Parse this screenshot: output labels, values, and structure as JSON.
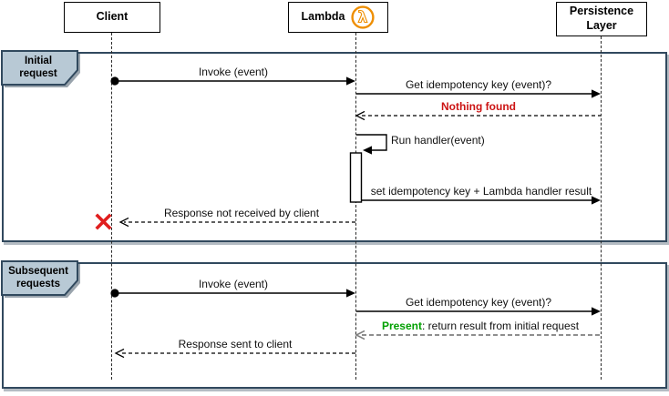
{
  "diagram_type": "uml-sequence",
  "participants": [
    {
      "name": "Client"
    },
    {
      "name": "Lambda"
    },
    {
      "name": "Persistence Layer"
    }
  ],
  "icons": {
    "lambda_icon": "aws-lambda-icon",
    "lambda_glyph": "λ",
    "lost_message_icon": "red-x"
  },
  "frames": [
    {
      "label_line1": "Initial",
      "label_line2": "request"
    },
    {
      "label_line1": "Subsequent",
      "label_line2": "requests"
    }
  ],
  "messages": {
    "invoke1": "Invoke (event)",
    "get_key1": "Get idempotency key (event)?",
    "nothing_found": "Nothing found",
    "run_handler": "Run handler(event)",
    "set_key": "set idempotency key + Lambda handler result",
    "response_not_received": "Response not received by client",
    "invoke2": "Invoke (event)",
    "get_key2": "Get idempotency key (event)?",
    "present_label": "Present",
    "present_rest": ": return result from initial request",
    "response_sent": "Response sent to client"
  },
  "colors": {
    "frame_border": "#31495e",
    "frame_tab_fill": "#b8c9d5",
    "error_red": "#cc1414",
    "x_red": "#e01e1e",
    "success_green": "#00a000",
    "gray_return_arrow": "#7f7f7f",
    "lambda_orange": "#ee8e00"
  }
}
